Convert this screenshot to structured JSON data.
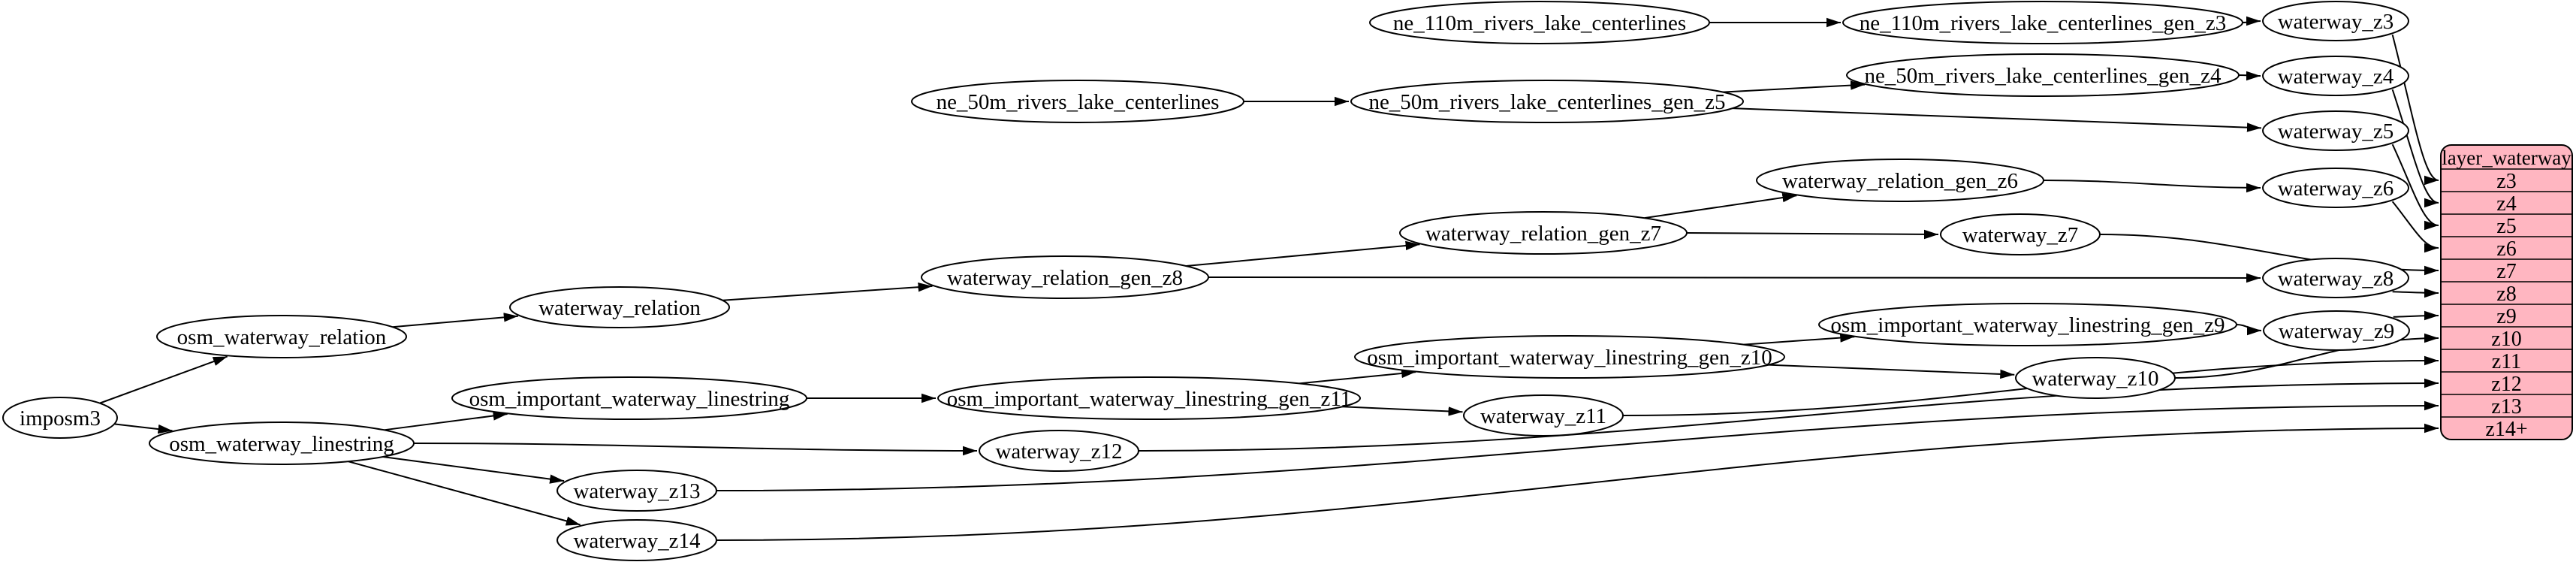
{
  "colors": {
    "background": "#ffffff",
    "node_fill": "#ffffff",
    "node_stroke": "#000000",
    "edge": "#000000",
    "table_fill": "#ffb6c1",
    "table_stroke": "#000000",
    "text": "#000000"
  },
  "nodes": [
    {
      "id": "imposm3",
      "label": "imposm3"
    },
    {
      "id": "osm_waterway_relation",
      "label": "osm_waterway_relation"
    },
    {
      "id": "osm_waterway_linestring",
      "label": "osm_waterway_linestring"
    },
    {
      "id": "waterway_relation",
      "label": "waterway_relation"
    },
    {
      "id": "osm_important_waterway_linestring",
      "label": "osm_important_waterway_linestring"
    },
    {
      "id": "waterway_z13",
      "label": "waterway_z13"
    },
    {
      "id": "waterway_z14",
      "label": "waterway_z14"
    },
    {
      "id": "waterway_relation_gen_z8",
      "label": "waterway_relation_gen_z8"
    },
    {
      "id": "ne_50m_rivers_lake_centerlines",
      "label": "ne_50m_rivers_lake_centerlines"
    },
    {
      "id": "osm_important_waterway_linestring_gen_z11",
      "label": "osm_important_waterway_linestring_gen_z11"
    },
    {
      "id": "waterway_z12",
      "label": "waterway_z12"
    },
    {
      "id": "ne_110m_rivers_lake_centerlines",
      "label": "ne_110m_rivers_lake_centerlines"
    },
    {
      "id": "ne_50m_rivers_lake_centerlines_gen_z5",
      "label": "ne_50m_rivers_lake_centerlines_gen_z5"
    },
    {
      "id": "waterway_relation_gen_z7",
      "label": "waterway_relation_gen_z7"
    },
    {
      "id": "osm_important_waterway_linestring_gen_z10",
      "label": "osm_important_waterway_linestring_gen_z10"
    },
    {
      "id": "waterway_z11",
      "label": "waterway_z11"
    },
    {
      "id": "ne_110m_rivers_lake_centerlines_gen_z3",
      "label": "ne_110m_rivers_lake_centerlines_gen_z3"
    },
    {
      "id": "ne_50m_rivers_lake_centerlines_gen_z4",
      "label": "ne_50m_rivers_lake_centerlines_gen_z4"
    },
    {
      "id": "waterway_relation_gen_z6",
      "label": "waterway_relation_gen_z6"
    },
    {
      "id": "waterway_z7",
      "label": "waterway_z7"
    },
    {
      "id": "osm_important_waterway_linestring_gen_z9",
      "label": "osm_important_waterway_linestring_gen_z9"
    },
    {
      "id": "waterway_z10",
      "label": "waterway_z10"
    },
    {
      "id": "waterway_z3",
      "label": "waterway_z3"
    },
    {
      "id": "waterway_z4",
      "label": "waterway_z4"
    },
    {
      "id": "waterway_z5",
      "label": "waterway_z5"
    },
    {
      "id": "waterway_z6",
      "label": "waterway_z6"
    },
    {
      "id": "waterway_z8",
      "label": "waterway_z8"
    },
    {
      "id": "waterway_z9",
      "label": "waterway_z9"
    }
  ],
  "edges": [
    {
      "from": "imposm3",
      "to": "osm_waterway_relation"
    },
    {
      "from": "imposm3",
      "to": "osm_waterway_linestring"
    },
    {
      "from": "osm_waterway_relation",
      "to": "waterway_relation"
    },
    {
      "from": "waterway_relation",
      "to": "waterway_relation_gen_z8"
    },
    {
      "from": "waterway_relation_gen_z8",
      "to": "waterway_relation_gen_z7"
    },
    {
      "from": "waterway_relation_gen_z8",
      "to": "waterway_z8"
    },
    {
      "from": "waterway_relation_gen_z7",
      "to": "waterway_relation_gen_z6"
    },
    {
      "from": "waterway_relation_gen_z7",
      "to": "waterway_z7"
    },
    {
      "from": "waterway_relation_gen_z6",
      "to": "waterway_z6"
    },
    {
      "from": "ne_110m_rivers_lake_centerlines",
      "to": "ne_110m_rivers_lake_centerlines_gen_z3"
    },
    {
      "from": "ne_110m_rivers_lake_centerlines_gen_z3",
      "to": "waterway_z3"
    },
    {
      "from": "ne_50m_rivers_lake_centerlines",
      "to": "ne_50m_rivers_lake_centerlines_gen_z5"
    },
    {
      "from": "ne_50m_rivers_lake_centerlines_gen_z5",
      "to": "ne_50m_rivers_lake_centerlines_gen_z4"
    },
    {
      "from": "ne_50m_rivers_lake_centerlines_gen_z5",
      "to": "waterway_z5"
    },
    {
      "from": "ne_50m_rivers_lake_centerlines_gen_z4",
      "to": "waterway_z4"
    },
    {
      "from": "osm_waterway_linestring",
      "to": "osm_important_waterway_linestring"
    },
    {
      "from": "osm_waterway_linestring",
      "to": "waterway_z12"
    },
    {
      "from": "osm_waterway_linestring",
      "to": "waterway_z13"
    },
    {
      "from": "osm_waterway_linestring",
      "to": "waterway_z14"
    },
    {
      "from": "osm_important_waterway_linestring",
      "to": "osm_important_waterway_linestring_gen_z11"
    },
    {
      "from": "osm_important_waterway_linestring_gen_z11",
      "to": "osm_important_waterway_linestring_gen_z10"
    },
    {
      "from": "osm_important_waterway_linestring_gen_z11",
      "to": "waterway_z11"
    },
    {
      "from": "osm_important_waterway_linestring_gen_z10",
      "to": "osm_important_waterway_linestring_gen_z9"
    },
    {
      "from": "osm_important_waterway_linestring_gen_z10",
      "to": "waterway_z10"
    },
    {
      "from": "osm_important_waterway_linestring_gen_z9",
      "to": "waterway_z9"
    },
    {
      "from": "waterway_z3",
      "to": "layer_waterway",
      "row": "z3"
    },
    {
      "from": "waterway_z4",
      "to": "layer_waterway",
      "row": "z4"
    },
    {
      "from": "waterway_z5",
      "to": "layer_waterway",
      "row": "z5"
    },
    {
      "from": "waterway_z6",
      "to": "layer_waterway",
      "row": "z6"
    },
    {
      "from": "waterway_z7",
      "to": "layer_waterway",
      "row": "z7"
    },
    {
      "from": "waterway_z8",
      "to": "layer_waterway",
      "row": "z8"
    },
    {
      "from": "waterway_z9",
      "to": "layer_waterway",
      "row": "z9"
    },
    {
      "from": "waterway_z10",
      "to": "layer_waterway",
      "row": "z10"
    },
    {
      "from": "waterway_z11",
      "to": "layer_waterway",
      "row": "z11"
    },
    {
      "from": "waterway_z12",
      "to": "layer_waterway",
      "row": "z12"
    },
    {
      "from": "waterway_z13",
      "to": "layer_waterway",
      "row": "z13"
    },
    {
      "from": "waterway_z14",
      "to": "layer_waterway",
      "row": "z14+"
    }
  ],
  "table": {
    "title": "layer_waterway",
    "rows": [
      "z3",
      "z4",
      "z5",
      "z6",
      "z7",
      "z8",
      "z9",
      "z10",
      "z11",
      "z12",
      "z13",
      "z14+"
    ]
  }
}
